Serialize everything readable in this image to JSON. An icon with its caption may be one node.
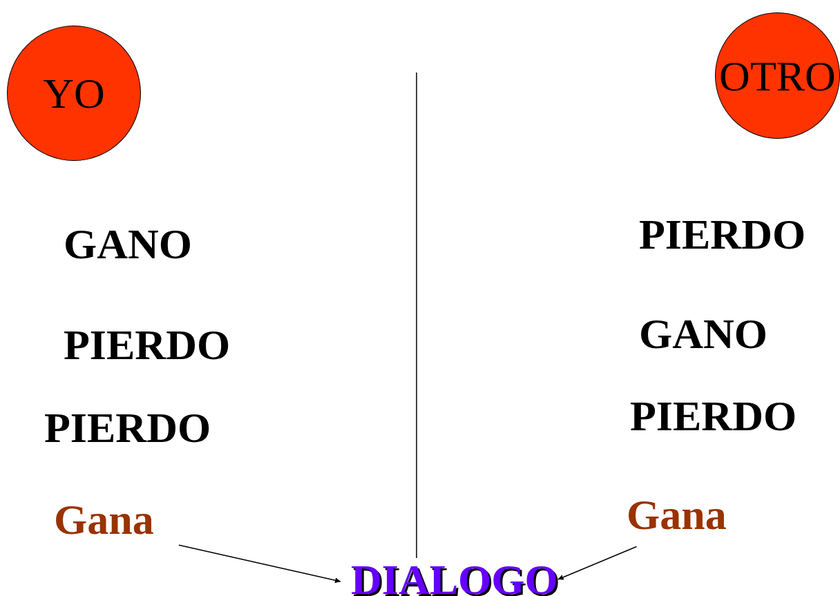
{
  "diagram": {
    "nodes": [
      {
        "text": [
          "YO"
        ]
      },
      {
        "text": [
          "OTRO"
        ]
      },
      {
        "text": [
          "Gana"
        ]
      },
      {
        "text": [
          "Gana"
        ]
      },
      {
        "text": [
          "DIALOGO"
        ]
      }
    ],
    "edges": [
      {
        "from": 2,
        "to": 4,
        "arrow": "to"
      },
      {
        "from": 3,
        "to": 4,
        "arrow": "to"
      }
    ],
    "labels": [
      "GANO",
      "PIERDO",
      "PIERDO",
      "PIERDO",
      "GANO",
      "PIERDO"
    ]
  }
}
